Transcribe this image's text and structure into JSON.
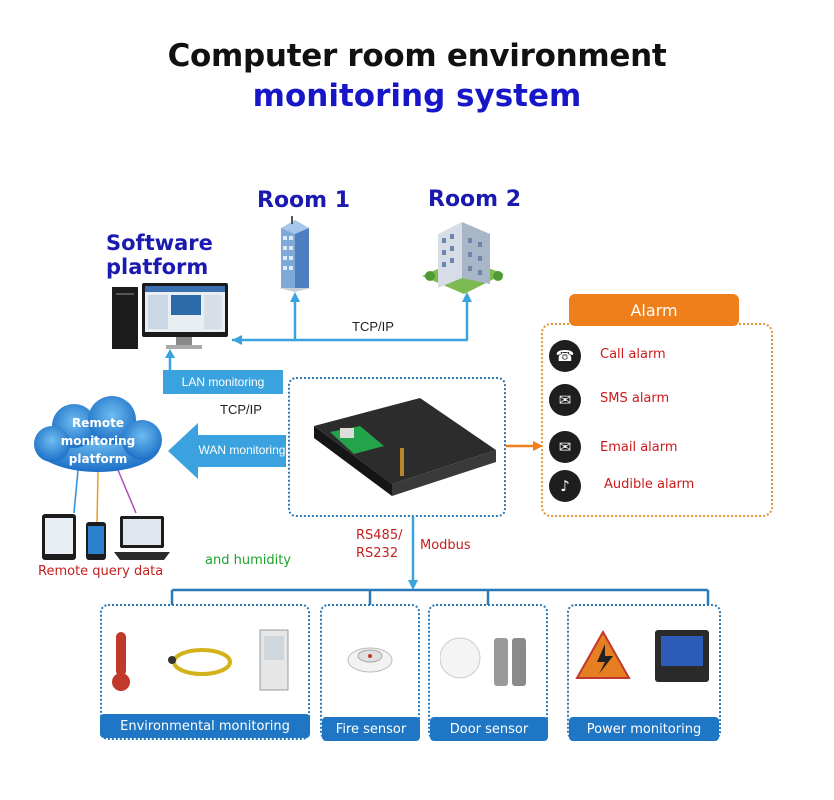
{
  "title": {
    "line1": "Computer room environment",
    "line2": "monitoring system"
  },
  "rooms": [
    {
      "label": "Room 1"
    },
    {
      "label": "Room 2"
    }
  ],
  "software_platform": {
    "line1": "Software",
    "line2": "platform"
  },
  "protocols": {
    "tcpip_top": "TCP/IP",
    "tcpip_mid": "TCP/IP",
    "rs485": "RS485/",
    "rs232": "RS232",
    "modbus": "Modbus"
  },
  "links": {
    "lan": "LAN monitoring",
    "wan": "WAN monitoring"
  },
  "cloud": {
    "line1": "Remote",
    "line2": "monitoring",
    "line3": "platform"
  },
  "remote_query": "Remote query data",
  "humidity_note": "and humidity",
  "alarm": {
    "title": "Alarm",
    "items": [
      {
        "label": "Call alarm",
        "icon": "phone-icon"
      },
      {
        "label": "SMS alarm",
        "icon": "sms-icon"
      },
      {
        "label": "Email alarm",
        "icon": "email-icon"
      },
      {
        "label": "Audible alarm",
        "icon": "bell-icon"
      }
    ]
  },
  "categories": [
    {
      "label": "Environmental monitoring"
    },
    {
      "label": "Fire sensor"
    },
    {
      "label": "Door sensor"
    },
    {
      "label": "Power monitoring"
    }
  ],
  "colors": {
    "title_blue": "#1717c8",
    "link_blue": "#3aa2de",
    "dotted_blue": "#2a78b6",
    "alarm_orange": "#ef7f1a",
    "alarm_red": "#cc1a1a",
    "green": "#1ea32c"
  }
}
